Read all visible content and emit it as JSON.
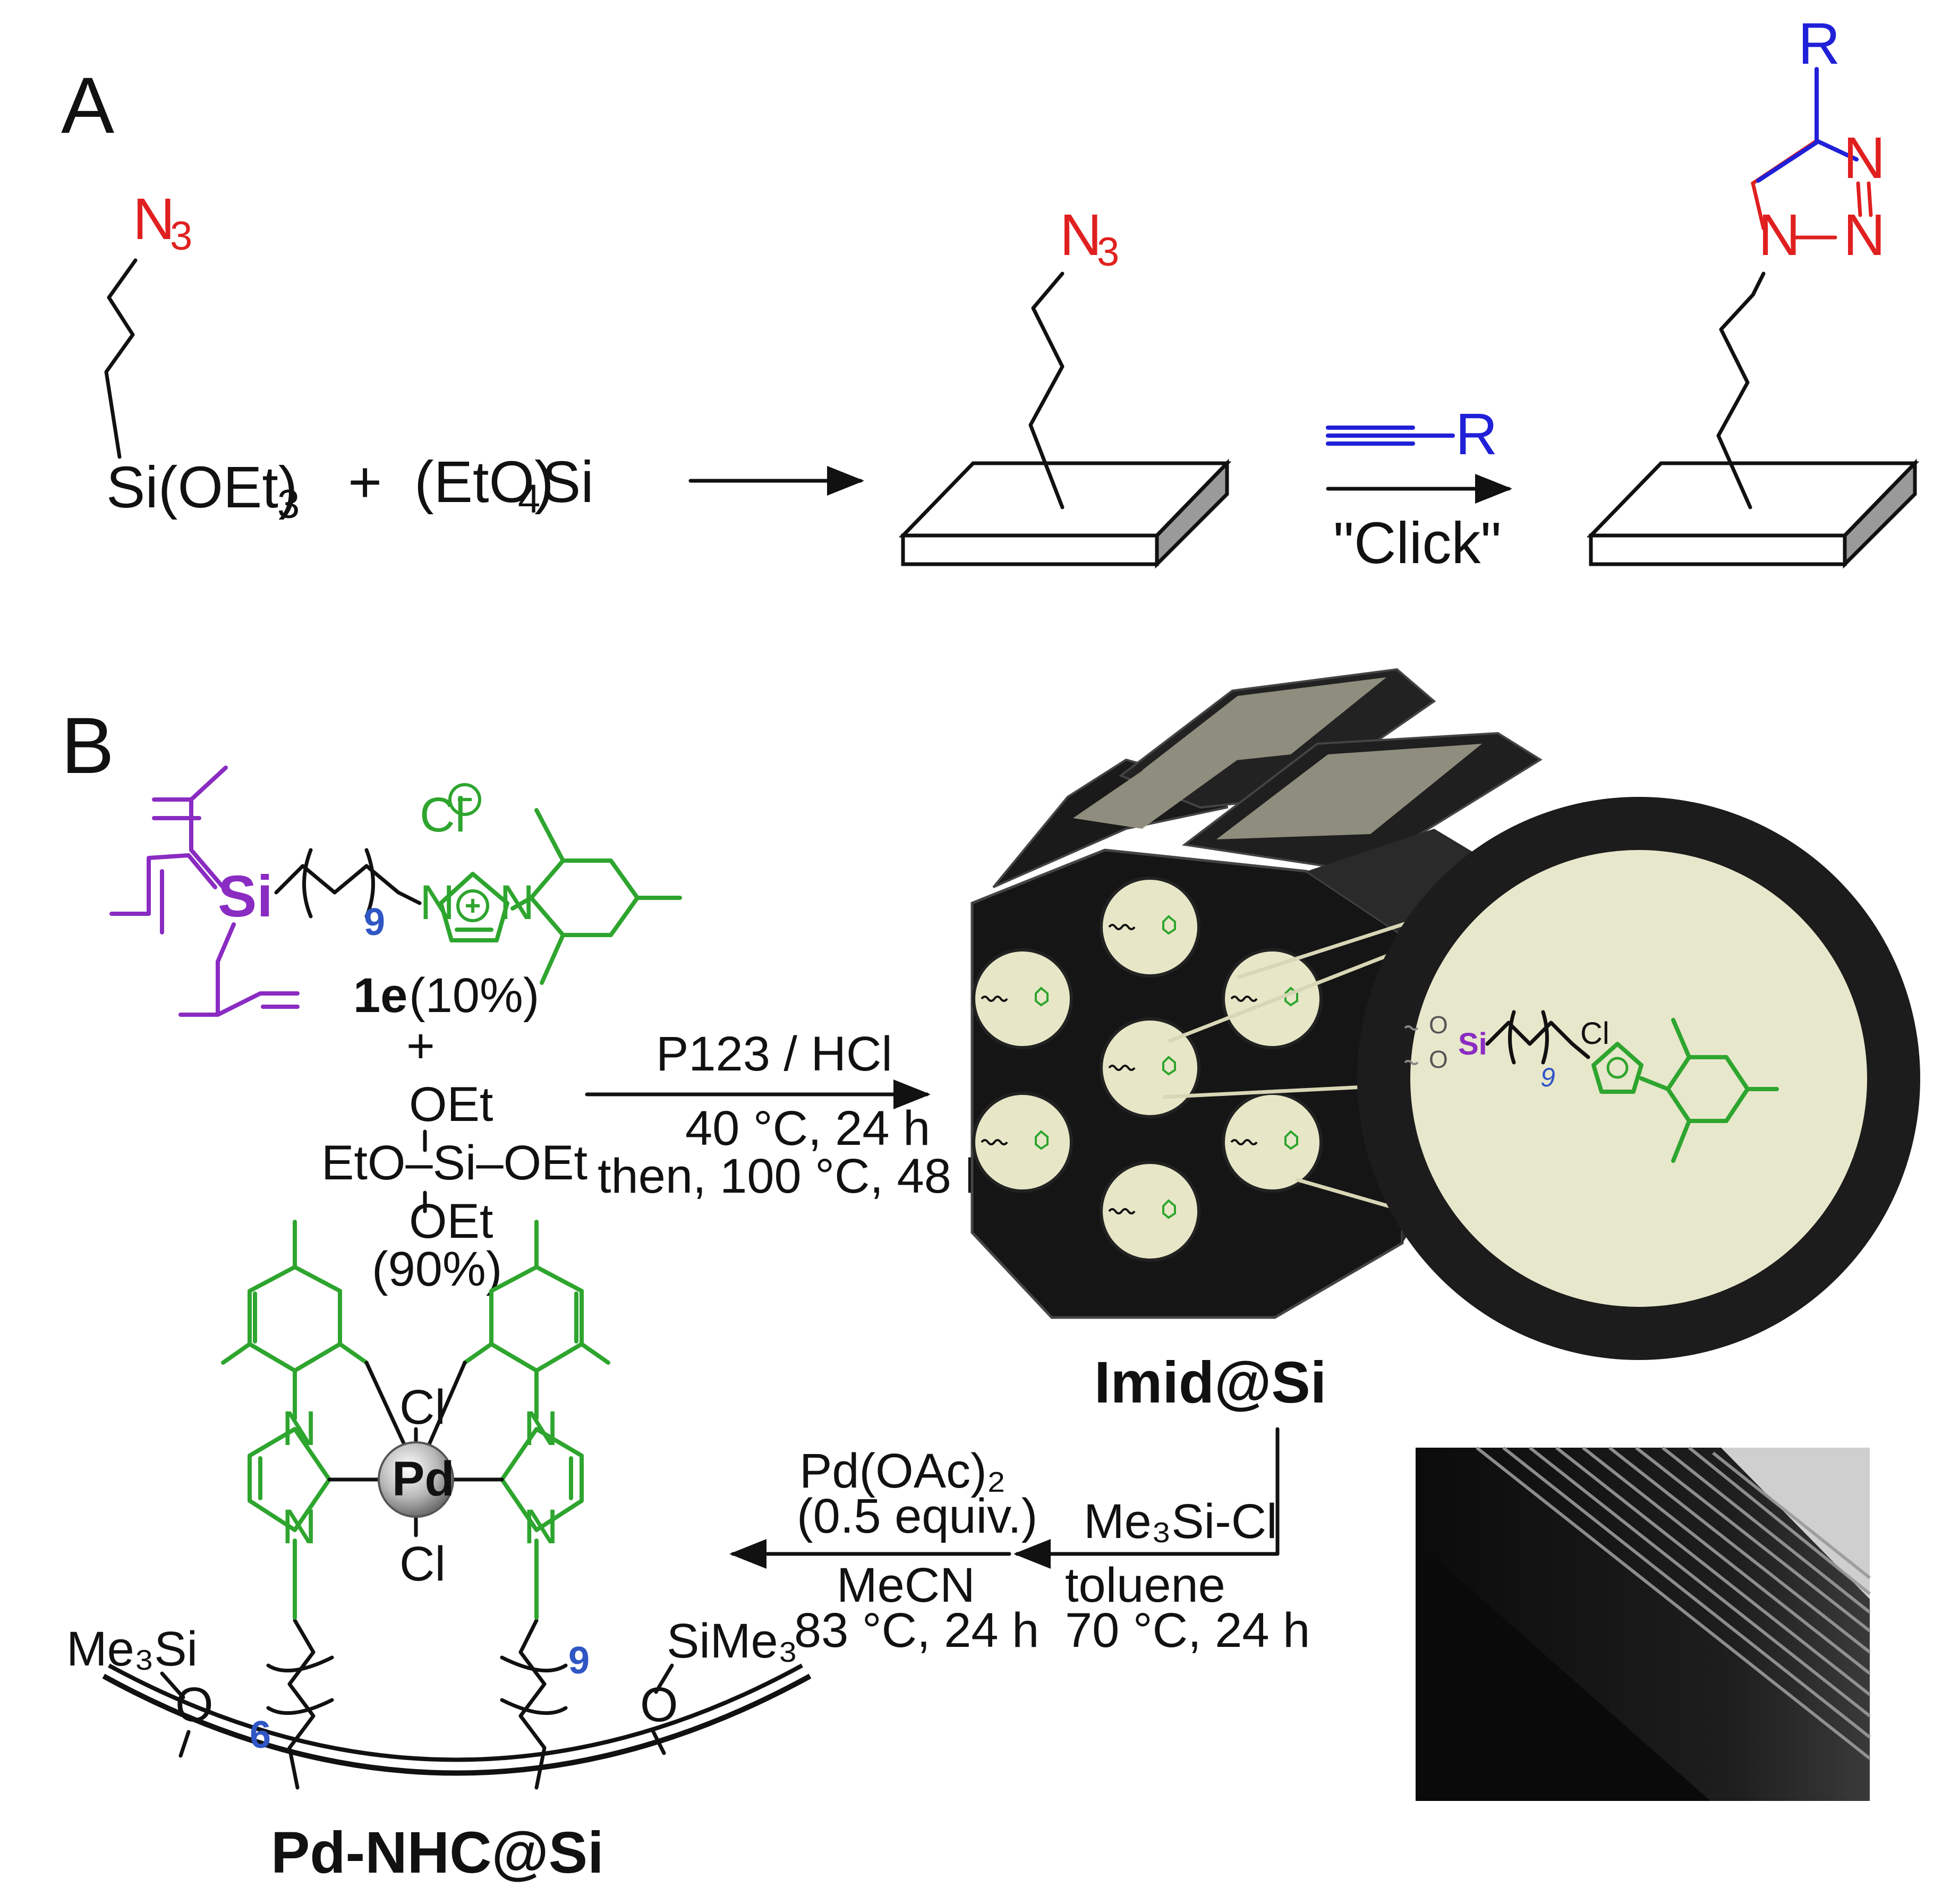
{
  "colors": {
    "azide": "#e02020",
    "alkyne": "#2020d8",
    "imidazolium": "#2ea52e",
    "methallyl": "#8a2bc2",
    "index": "#2f56c4"
  },
  "panel_a": {
    "label": "A",
    "n3": "N",
    "n3_sub": "3",
    "silane": "Si(OEt)",
    "silane_sub": "3",
    "plus": "+",
    "teos": "(EtO)",
    "teos_sub": "4",
    "teos_tail": "Si",
    "r_group": "R",
    "click_label": "\"Click\"",
    "triazole_n": "N"
  },
  "panel_b": {
    "label": "B",
    "si": "Si",
    "chloride": "Cl",
    "n_atom": "N",
    "chain_index": "9",
    "compound_id": "1e",
    "compound_frac": "(10%)",
    "plus": "+",
    "teos_oet": "OEt",
    "teos_eto_si": "EtO–Si–OEt",
    "teos_frac": "(90%)",
    "step1_top": "P123 / HCl",
    "step1_mid": "40 °C, 24 h",
    "step1_bot": "then, 100 °C, 48 h",
    "imid_name": "Imid@Si",
    "step2_top": "Me₃Si-Cl",
    "step2_mid": "toluene",
    "step2_bot": "70 °C, 24 h",
    "step3_top": "Pd(OAc)₂",
    "step3_top2": "(0.5 equiv.)",
    "step3_mid": "MeCN",
    "step3_bot": "83 °C, 24 h",
    "pd": "Pd",
    "cl": "Cl",
    "me3si": "Me₃Si",
    "sime3": "SiMe₃",
    "o": "O",
    "index_left": "6",
    "index_right": "9",
    "pd_name": "Pd-NHC@Si"
  }
}
